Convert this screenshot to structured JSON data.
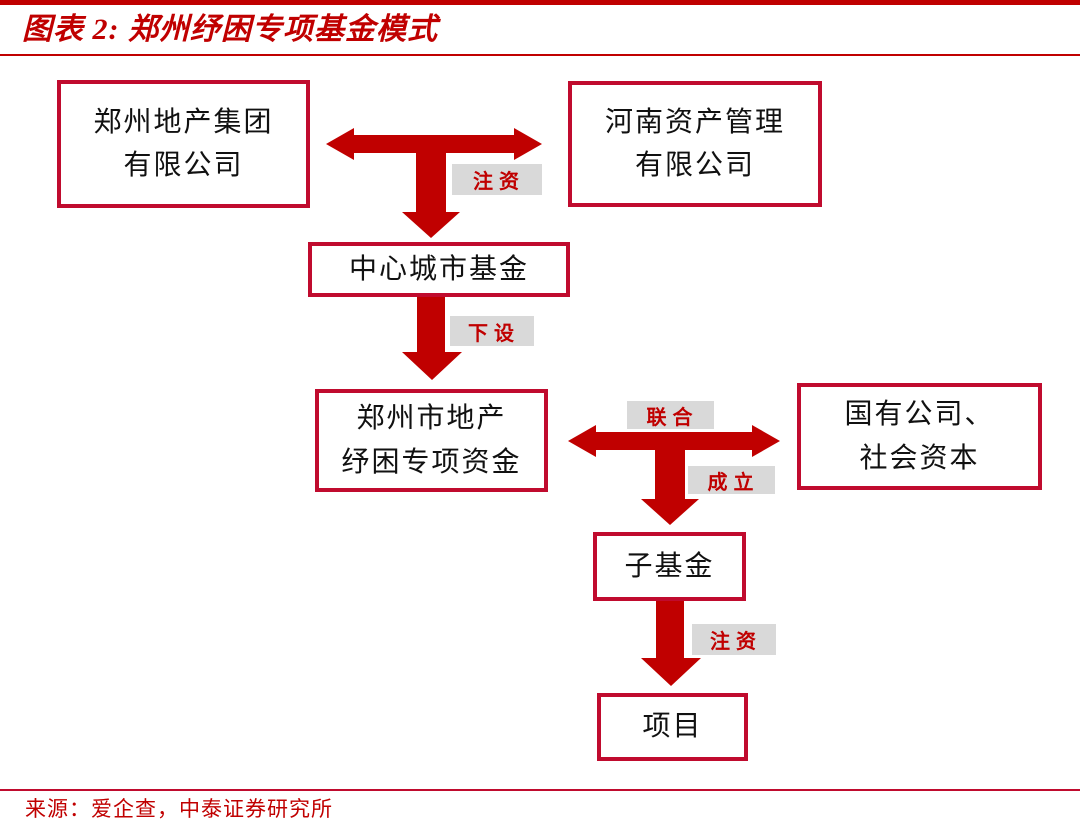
{
  "header": {
    "title": "图表 2:  郑州纾困专项基金模式"
  },
  "diagram": {
    "nodes": [
      {
        "id": "zhengzhou-group",
        "lines": [
          "郑州地产集团",
          "有限公司"
        ]
      },
      {
        "id": "henan-asset",
        "lines": [
          "河南资产管理",
          "有限公司"
        ]
      },
      {
        "id": "central-city-fund",
        "lines": [
          "中心城市基金"
        ]
      },
      {
        "id": "relief-fund",
        "lines": [
          "郑州市地产",
          "纾困专项资金"
        ]
      },
      {
        "id": "state-owned",
        "lines": [
          "国有公司、",
          "社会资本"
        ]
      },
      {
        "id": "sub-fund",
        "lines": [
          "子基金"
        ]
      },
      {
        "id": "project",
        "lines": [
          "项目"
        ]
      }
    ],
    "edge_labels": [
      {
        "id": "inject-top",
        "text": "注资"
      },
      {
        "id": "setup",
        "text": "下设"
      },
      {
        "id": "joint",
        "text": "联合"
      },
      {
        "id": "establish",
        "text": "成立"
      },
      {
        "id": "inject-sub",
        "text": "注资"
      }
    ]
  },
  "footer": {
    "source": "来源：爱企查，中泰证券研究所"
  },
  "colors": {
    "accent_red": "#C00000",
    "border_crimson": "#C00B2E",
    "label_bg": "#D9D9D9"
  }
}
